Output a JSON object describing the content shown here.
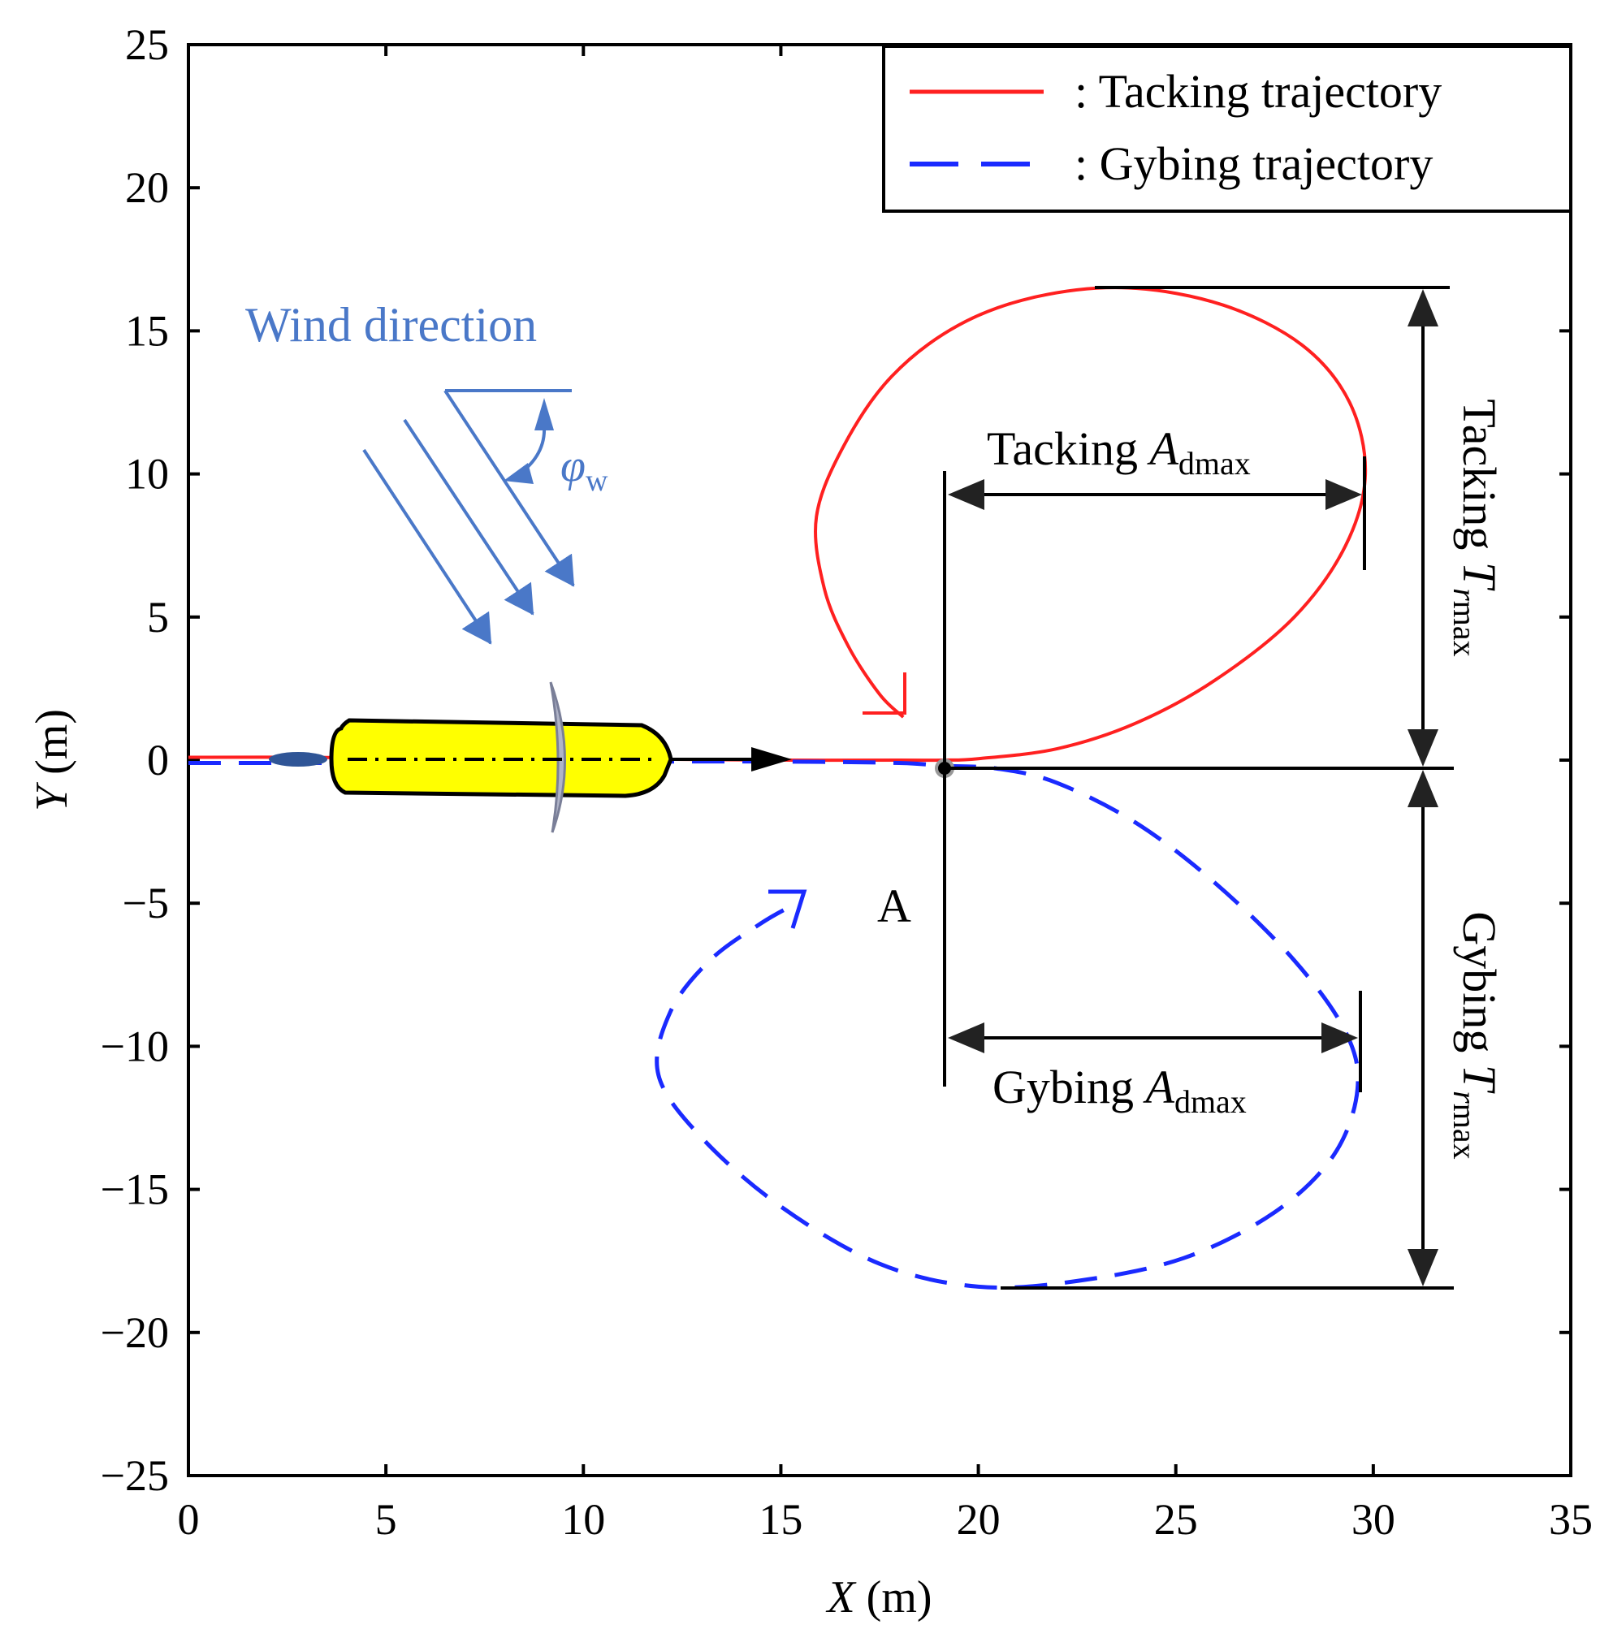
{
  "chart_data": {
    "type": "line",
    "xlabel_var": "X",
    "xlabel_unit": " (m)",
    "ylabel_var": "Y",
    "ylabel_unit": " (m)",
    "xlim": [
      0,
      35
    ],
    "ylim": [
      -25,
      25
    ],
    "xticks": [
      0,
      5,
      10,
      15,
      20,
      25,
      30,
      35
    ],
    "yticks": [
      25,
      20,
      15,
      10,
      5,
      0,
      -5,
      -10,
      -15,
      -20,
      -25
    ],
    "xtick_labels": [
      "0",
      "5",
      "10",
      "15",
      "20",
      "25",
      "30",
      "35"
    ],
    "ytick_labels": [
      "25",
      "20",
      "15",
      "10",
      "5",
      "0",
      "−5",
      "−10",
      "−15",
      "−20",
      "−25"
    ],
    "legend_position": "top-right",
    "grid": false,
    "series": [
      {
        "name": ": Tacking trajectory",
        "color": "#ff2020",
        "style": "solid",
        "points": [
          [
            0,
            0.1
          ],
          [
            3,
            0.1
          ],
          [
            6,
            0.05
          ],
          [
            9,
            0.05
          ],
          [
            12,
            0.03
          ],
          [
            15,
            0
          ],
          [
            18,
            0
          ],
          [
            19.1,
            0
          ],
          [
            20,
            0.05
          ],
          [
            22,
            0.4
          ],
          [
            24,
            1.3
          ],
          [
            26,
            2.8
          ],
          [
            28,
            5
          ],
          [
            29.3,
            7.5
          ],
          [
            29.8,
            10
          ],
          [
            29.4,
            12.5
          ],
          [
            28.2,
            14.5
          ],
          [
            26.2,
            15.9
          ],
          [
            23.8,
            16.5
          ],
          [
            21.5,
            16.2
          ],
          [
            19.5,
            15.2
          ],
          [
            17.8,
            13.4
          ],
          [
            16.6,
            11
          ],
          [
            15.9,
            8.5
          ],
          [
            16.1,
            6
          ],
          [
            16.7,
            4
          ],
          [
            17.5,
            2.3
          ],
          [
            18.1,
            1.5
          ]
        ]
      },
      {
        "name": ": Gybing trajectory",
        "color": "#1a2aff",
        "style": "dashed",
        "points": [
          [
            0,
            -0.1
          ],
          [
            3,
            -0.1
          ],
          [
            6,
            -0.1
          ],
          [
            9,
            -0.1
          ],
          [
            12,
            -0.05
          ],
          [
            15,
            -0.05
          ],
          [
            18,
            -0.1
          ],
          [
            19.1,
            -0.2
          ],
          [
            20.5,
            -0.3
          ],
          [
            22,
            -0.8
          ],
          [
            24,
            -2.2
          ],
          [
            26,
            -4.3
          ],
          [
            28,
            -7
          ],
          [
            29.3,
            -9.5
          ],
          [
            29.6,
            -11.5
          ],
          [
            29,
            -13.8
          ],
          [
            27.5,
            -15.8
          ],
          [
            25.2,
            -17.4
          ],
          [
            22.5,
            -18.2
          ],
          [
            20,
            -18.4
          ],
          [
            17.5,
            -17.6
          ],
          [
            15,
            -15.6
          ],
          [
            13,
            -13.2
          ],
          [
            11.9,
            -11
          ],
          [
            12.2,
            -8.8
          ],
          [
            13.2,
            -7
          ],
          [
            14.5,
            -5.7
          ],
          [
            15.4,
            -5
          ]
        ]
      }
    ],
    "annotations": {
      "wind_direction": "Wind direction",
      "phi_main": "φ",
      "phi_sub": "w",
      "point_A": "A",
      "tacking_admax_prefix": "Tacking ",
      "tacking_admax_var": "A",
      "tacking_admax_sub": "dmax",
      "gybing_admax_prefix": "Gybing ",
      "gybing_admax_var": "A",
      "gybing_admax_sub": "dmax",
      "tacking_trmax_prefix": "Tacking ",
      "tacking_trmax_var": "T",
      "tacking_trmax_sub_italic": "r",
      "tacking_trmax_sub": "max",
      "gybing_trmax_prefix": "Gybing ",
      "gybing_trmax_var": "T",
      "gybing_trmax_sub_italic": "r",
      "gybing_trmax_sub": "max"
    },
    "colors": {
      "wind": "#4a78c8",
      "ship_hull": "#ffff00",
      "ship_outline": "#000000",
      "rudder": "#b0b4c8",
      "propeller": "#2f5596"
    }
  }
}
